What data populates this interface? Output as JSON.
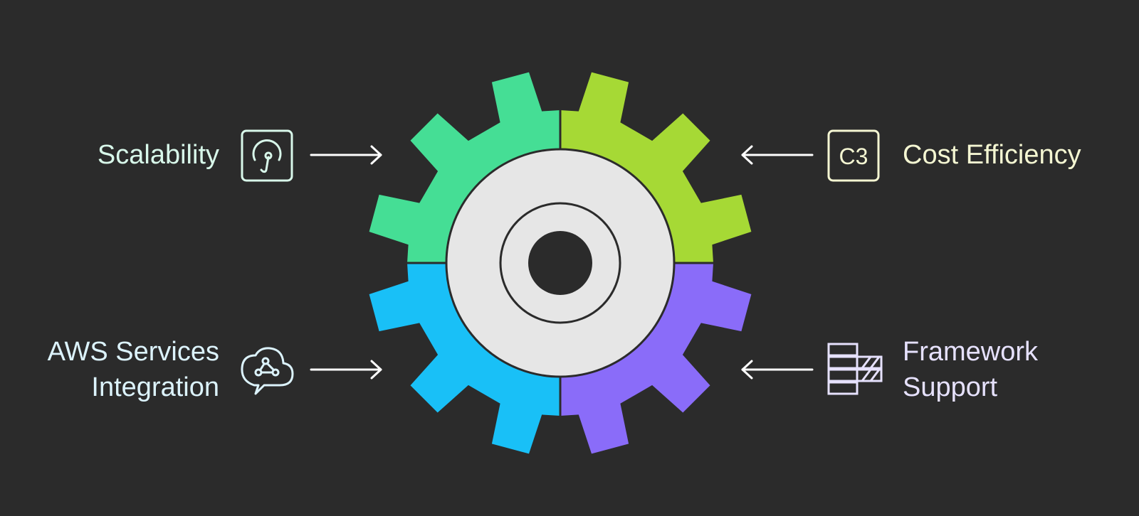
{
  "colors": {
    "background": "#2b2b2b",
    "scalability": "#45de95",
    "cost_efficiency": "#a6d935",
    "aws_services_integration": "#19c0f7",
    "framework_support": "#8a6cf9",
    "hub": "#e6e6e6",
    "hub_hole": "#2b2b2b",
    "divider": "#2b2b2b",
    "scalability_text": "#d8f8ea",
    "cost_text": "#f4f6d2",
    "aws_text": "#dcf3fc",
    "framework_text": "#e6e1fd",
    "arrow": "#ffffff"
  },
  "items": {
    "scalability": {
      "lines": [
        "Scalability"
      ],
      "icon": "speedometer-icon"
    },
    "cost_efficiency": {
      "lines": [
        "Cost Efficiency"
      ],
      "icon": "c3-icon",
      "icon_text": "C3"
    },
    "aws_services_integration": {
      "lines": [
        "AWS Services",
        "Integration"
      ],
      "icon": "cloud-network-icon"
    },
    "framework_support": {
      "lines": [
        "Framework",
        "Support"
      ],
      "icon": "stacked-blocks-icon"
    }
  }
}
